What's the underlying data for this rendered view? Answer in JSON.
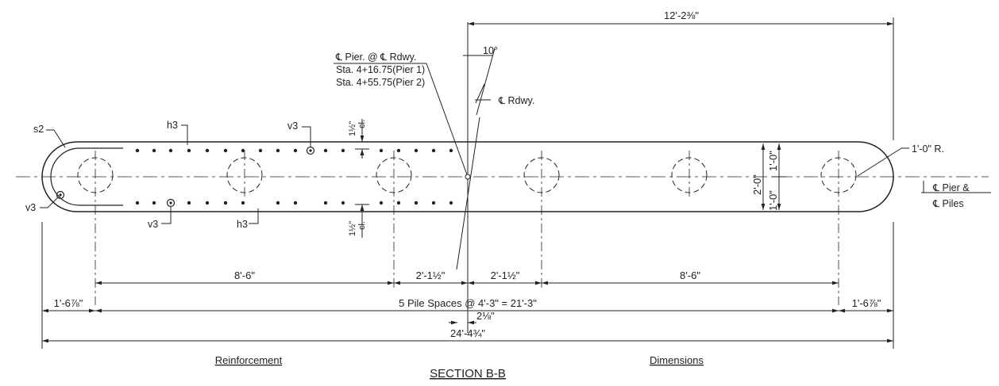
{
  "title": "SECTION B-B",
  "footer": {
    "reinforcement": "Reinforcement",
    "dimensions": "Dimensions"
  },
  "callout": {
    "line1": "℄ Pier. @ ℄ Rdwy.",
    "line2": "Sta. 4+16.75(Pier 1)",
    "line3": "Sta. 4+55.75(Pier 2)"
  },
  "labels": {
    "rdwy": "℄ Rdwy.",
    "pier_piles_1": "℄ Pier &",
    "pier_piles_2": "℄ Piles",
    "radius": "1'-0\" R.",
    "s2": "s2",
    "v3_top": "v3",
    "v3_left": "v3",
    "v3_bottom": "v3",
    "h3_top": "h3",
    "h3_bottom": "h3",
    "cl_top_num": "1½\"",
    "cl_top_txt": "cl.",
    "cl_bot_num": "1½\"",
    "cl_bot_txt": "cl."
  },
  "dimensions": {
    "top_half_width": "12'-2⅜\"",
    "skew": "10°",
    "offset": "2⅛\"",
    "depth_total": "2'-0\"",
    "depth_half_top": "1'-0\"",
    "depth_half_bottom": "1'-0\"",
    "left_span": "8'-6\"",
    "left_center": "2'-1½\"",
    "right_center": "2'-1½\"",
    "right_span": "8'-6\"",
    "left_end": "1'-6⅞\"",
    "pile_spaces": "5 Pile Spaces @ 4'-3\" = 21'-3\"",
    "right_end": "1'-6⅞\"",
    "overall": "24'-4¾\""
  }
}
